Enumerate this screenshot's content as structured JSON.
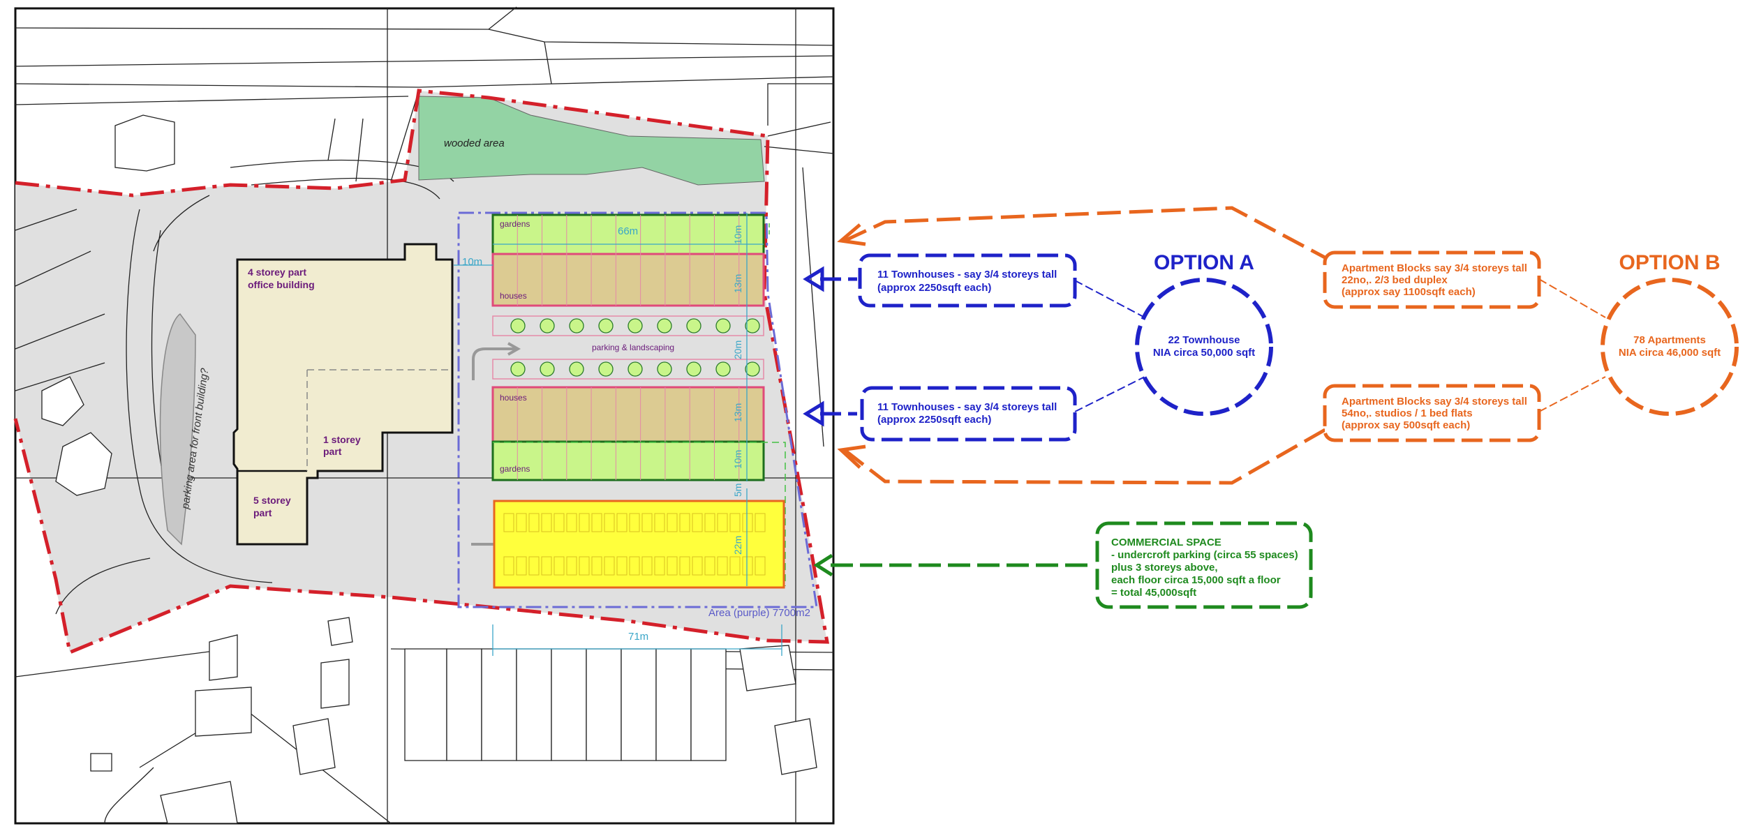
{
  "site": {
    "wooded_area": "wooded area",
    "office_label_1": "4 storey part",
    "office_label_2": "office building",
    "one_storey_1": "1 storey",
    "one_storey_2": "part",
    "five_storey_1": "5 storey",
    "five_storey_2": "part",
    "parking_front": "parking area for front building?",
    "gardens_top": "gardens",
    "houses_top": "houses",
    "houses_bottom": "houses",
    "gardens_bottom": "gardens",
    "parking_landscaping": "parking & landscaping",
    "area_label": "Area (purple) 7700m2"
  },
  "dimensions": {
    "d66": "66m",
    "d10_top": "10m",
    "d10_left": "10m",
    "d13_top": "13m",
    "d20": "20m",
    "d13_bottom": "13m",
    "d10_bottom": "10m",
    "d5": "5m",
    "d22": "22m",
    "d71": "71m"
  },
  "option_a": {
    "title": "OPTION A",
    "summary_1": "22 Townhouse",
    "summary_2": "NIA circa 50,000 sqft",
    "box1_1": "11 Townhouses  - say 3/4 storeys tall",
    "box1_2": "(approx 2250sqft each)",
    "box2_1": "11 Townhouses  - say 3/4 storeys tall",
    "box2_2": "(approx 2250sqft each)"
  },
  "option_b": {
    "title": "OPTION B",
    "summary_1": "78 Apartments",
    "summary_2": "NIA circa 46,000 sqft",
    "box1_1": "Apartment Blocks say 3/4 storeys tall",
    "box1_2": "22no,.  2/3 bed duplex",
    "box1_3": "(approx say 1100sqft each)",
    "box2_1": "Apartment Blocks say 3/4 storeys tall",
    "box2_2": "54no,.  studios / 1 bed flats",
    "box2_3": "(approx say 500sqft each)"
  },
  "commercial": {
    "line1": "COMMERCIAL SPACE",
    "line2": "- undercroft parking (circa 55 spaces)",
    "line3": " plus 3 storeys above,",
    "line4": "each floor circa 15,000 sqft a floor",
    "line5": "= total 45,000sqft"
  },
  "colors": {
    "site_boundary": "#d4202a",
    "option_a": "#1e22c8",
    "option_b": "#e8661e",
    "commercial": "#1e8a1e",
    "site_label": "#6a1a7a",
    "dimension": "#3aa6c8",
    "wooded": "#93d3a4",
    "office": "#f1ecd0",
    "garden": "#c9f58a",
    "houses": "#dccb92",
    "commercial_block": "#ffff3c"
  },
  "icons": [
    "arrow-left-icon",
    "tree-circle-icon",
    "parking-arrow-icon"
  ]
}
